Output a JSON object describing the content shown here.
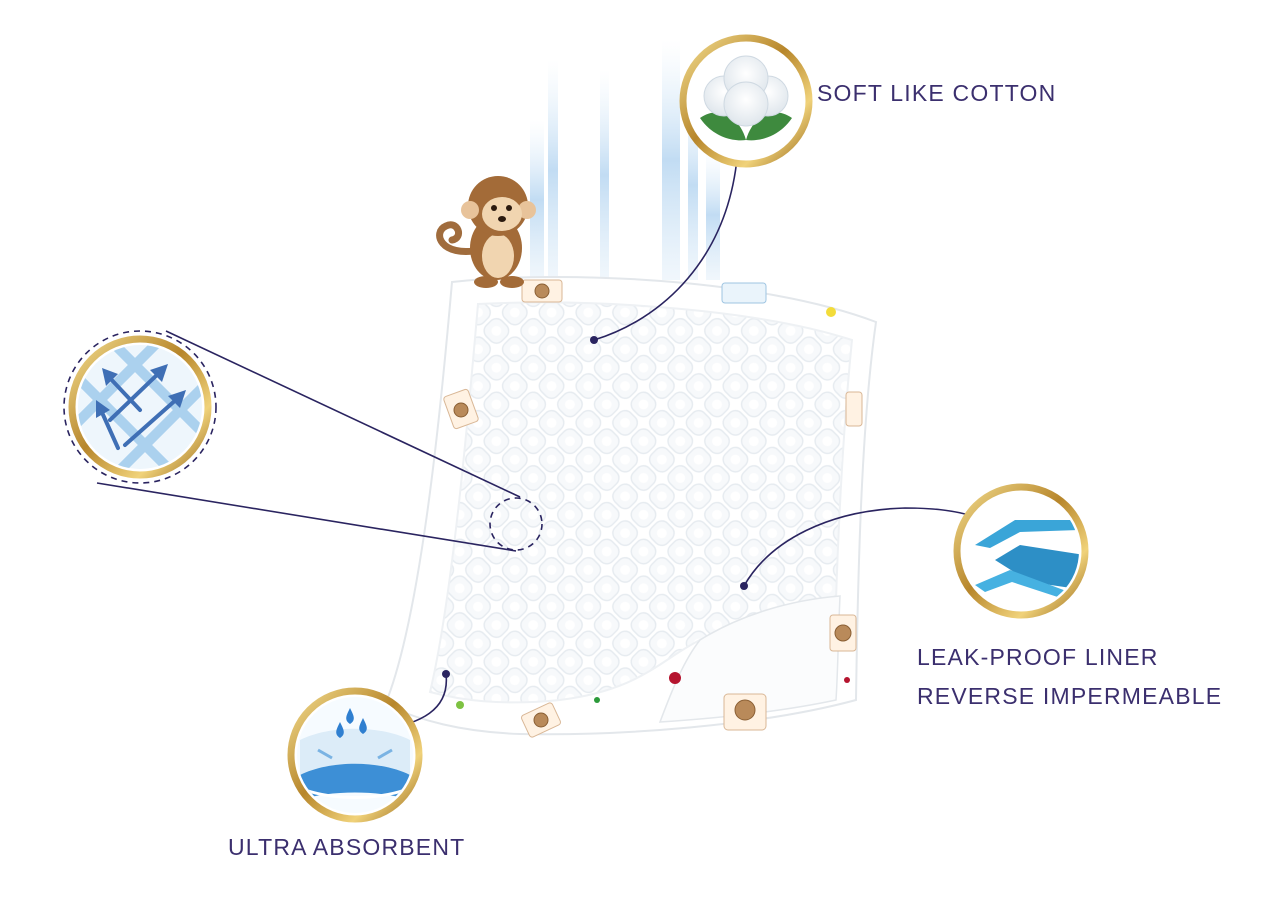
{
  "features": {
    "soft": {
      "label": "SOFT LIKE COTTON",
      "icon": "cotton-icon"
    },
    "leak_proof": {
      "line1": "LEAK-PROOF LINER",
      "line2": "REVERSE IMPERMEABLE",
      "icon": "layers-icon"
    },
    "absorbent": {
      "label": "ULTRA ABSORBENT",
      "icon": "water-drops-icon"
    },
    "zoom_detail": {
      "icon": "arrows-grid-icon"
    }
  },
  "colors": {
    "label_text": "#3b2f6e",
    "leader_line": "#2a2460",
    "gold_ring": "#c9a24a",
    "pad_pattern": "#e9eef3",
    "liquid": "#9ec7ea"
  }
}
